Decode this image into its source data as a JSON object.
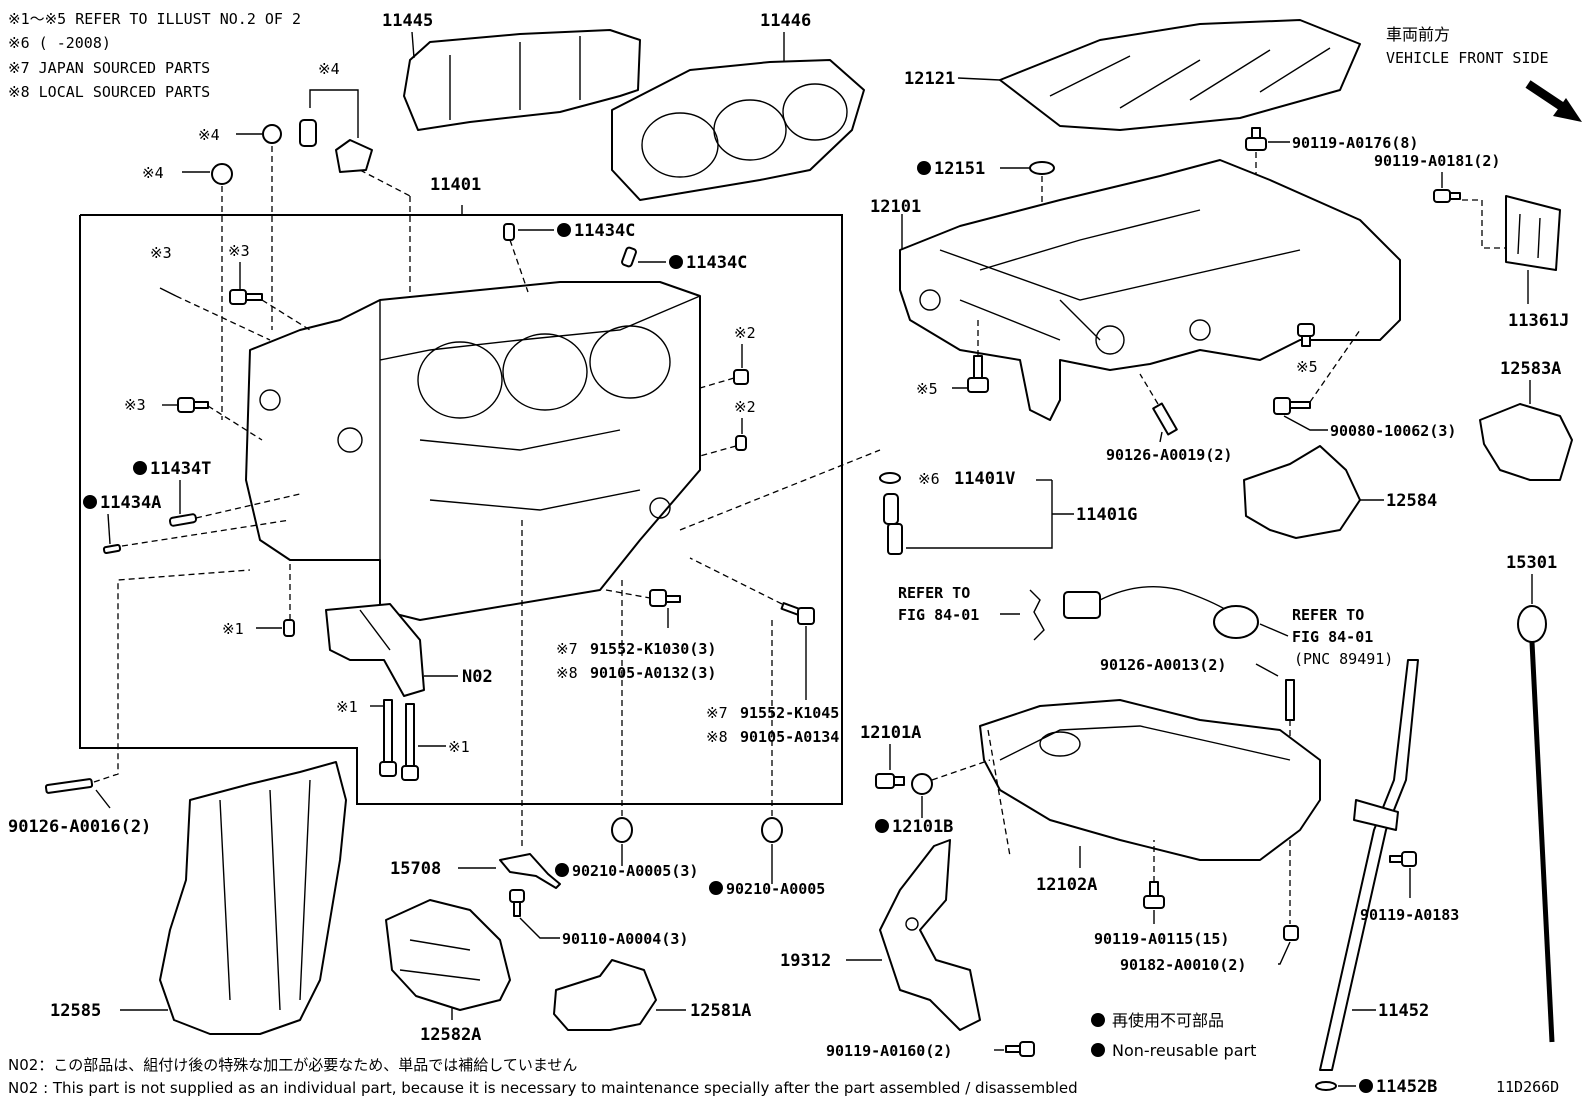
{
  "notes": {
    "n1": "※1～※5 REFER TO ILLUST NO.2 OF 2",
    "n2": "※6 (          -2008)",
    "n3": "※7 JAPAN SOURCED PARTS",
    "n4": "※8 LOCAL SOURCED PARTS"
  },
  "vehicle_front": {
    "jp": "車両前方",
    "en": "VEHICLE FRONT SIDE"
  },
  "parts": {
    "p11445": "11445",
    "p11446": "11446",
    "p12121": "12121",
    "p90119_0176": "90119-A0176(8)",
    "p90119_0181": "90119-A0181(2)",
    "p12151": "12151",
    "p12101": "12101",
    "p11361J": "11361J",
    "p12583A": "12583A",
    "p11401": "11401",
    "p11434C_1": "11434C",
    "p11434C_2": "11434C",
    "p11434T": "11434T",
    "p11434A": "11434A",
    "pN02": "N02",
    "p90126_0016": "90126-A0016(2)",
    "p91552_1030": "91552-K1030(3)",
    "p90105_0132": "90105-A0132(3)",
    "p91552_1045": "91552-K1045",
    "p90105_0134": "90105-A0134",
    "p90080": "90080-10062(3)",
    "p90126_0019": "90126-A0019(2)",
    "p11401V": "11401V",
    "p11401G": "11401G",
    "p12584": "12584",
    "p15301": "15301",
    "refer1_a": "REFER TO",
    "refer1_b": "FIG 84-01",
    "refer2_a": "REFER TO",
    "refer2_b": "FIG 84-01",
    "refer2_c": "(PNC 89491)",
    "p90126_0013": "90126-A0013(2)",
    "p12101A": "12101A",
    "p12101B": "12101B",
    "p12102A": "12102A",
    "p90119_0115": "90119-A0115(15)",
    "p90182": "90182-A0010(2)",
    "p90119_0183": "90119-A0183",
    "p15708": "15708",
    "p90210_0005_3": "90210-A0005(3)",
    "p90210_0005": "90210-A0005",
    "p90110": "90110-A0004(3)",
    "p19312": "19312",
    "p12585": "12585",
    "p12582A": "12582A",
    "p12581A": "12581A",
    "p90119_0160": "90119-A0160(2)",
    "p11452": "11452",
    "p11452B": "11452B"
  },
  "marks": {
    "m1": "※1",
    "m2": "※2",
    "m3": "※3",
    "m4": "※4",
    "m5": "※5",
    "m6": "※6",
    "m7": "※7",
    "m8": "※8"
  },
  "legend": {
    "jp": "再使用不可部品",
    "en": "Non-reusable part"
  },
  "footnote": {
    "jp": "N02：この部品は、組付け後の特殊な加工が必要なため、単品では補給していません",
    "en": "N02 : This part is not supplied as an individual part, because it is necessary to maintenance specially after the part assembled / disassembled"
  },
  "drawing_id": "11D266D"
}
